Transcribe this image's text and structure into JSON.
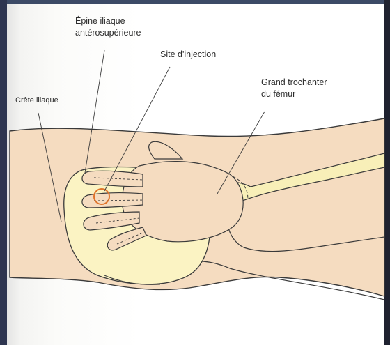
{
  "labels": {
    "anterior_superior_iliac_spine": [
      "Épine iliaque",
      "antérosupérieure"
    ],
    "injection_site": "Site d'injection",
    "greater_trochanter": [
      "Grand trochanter",
      "du fémur"
    ],
    "iliac_crest": "Crête iliaque"
  },
  "colors": {
    "skin": "#f5dcc0",
    "bone": "#fbf3c3",
    "outline": "#3a3a3a",
    "injection_circle": "#e0742a"
  }
}
